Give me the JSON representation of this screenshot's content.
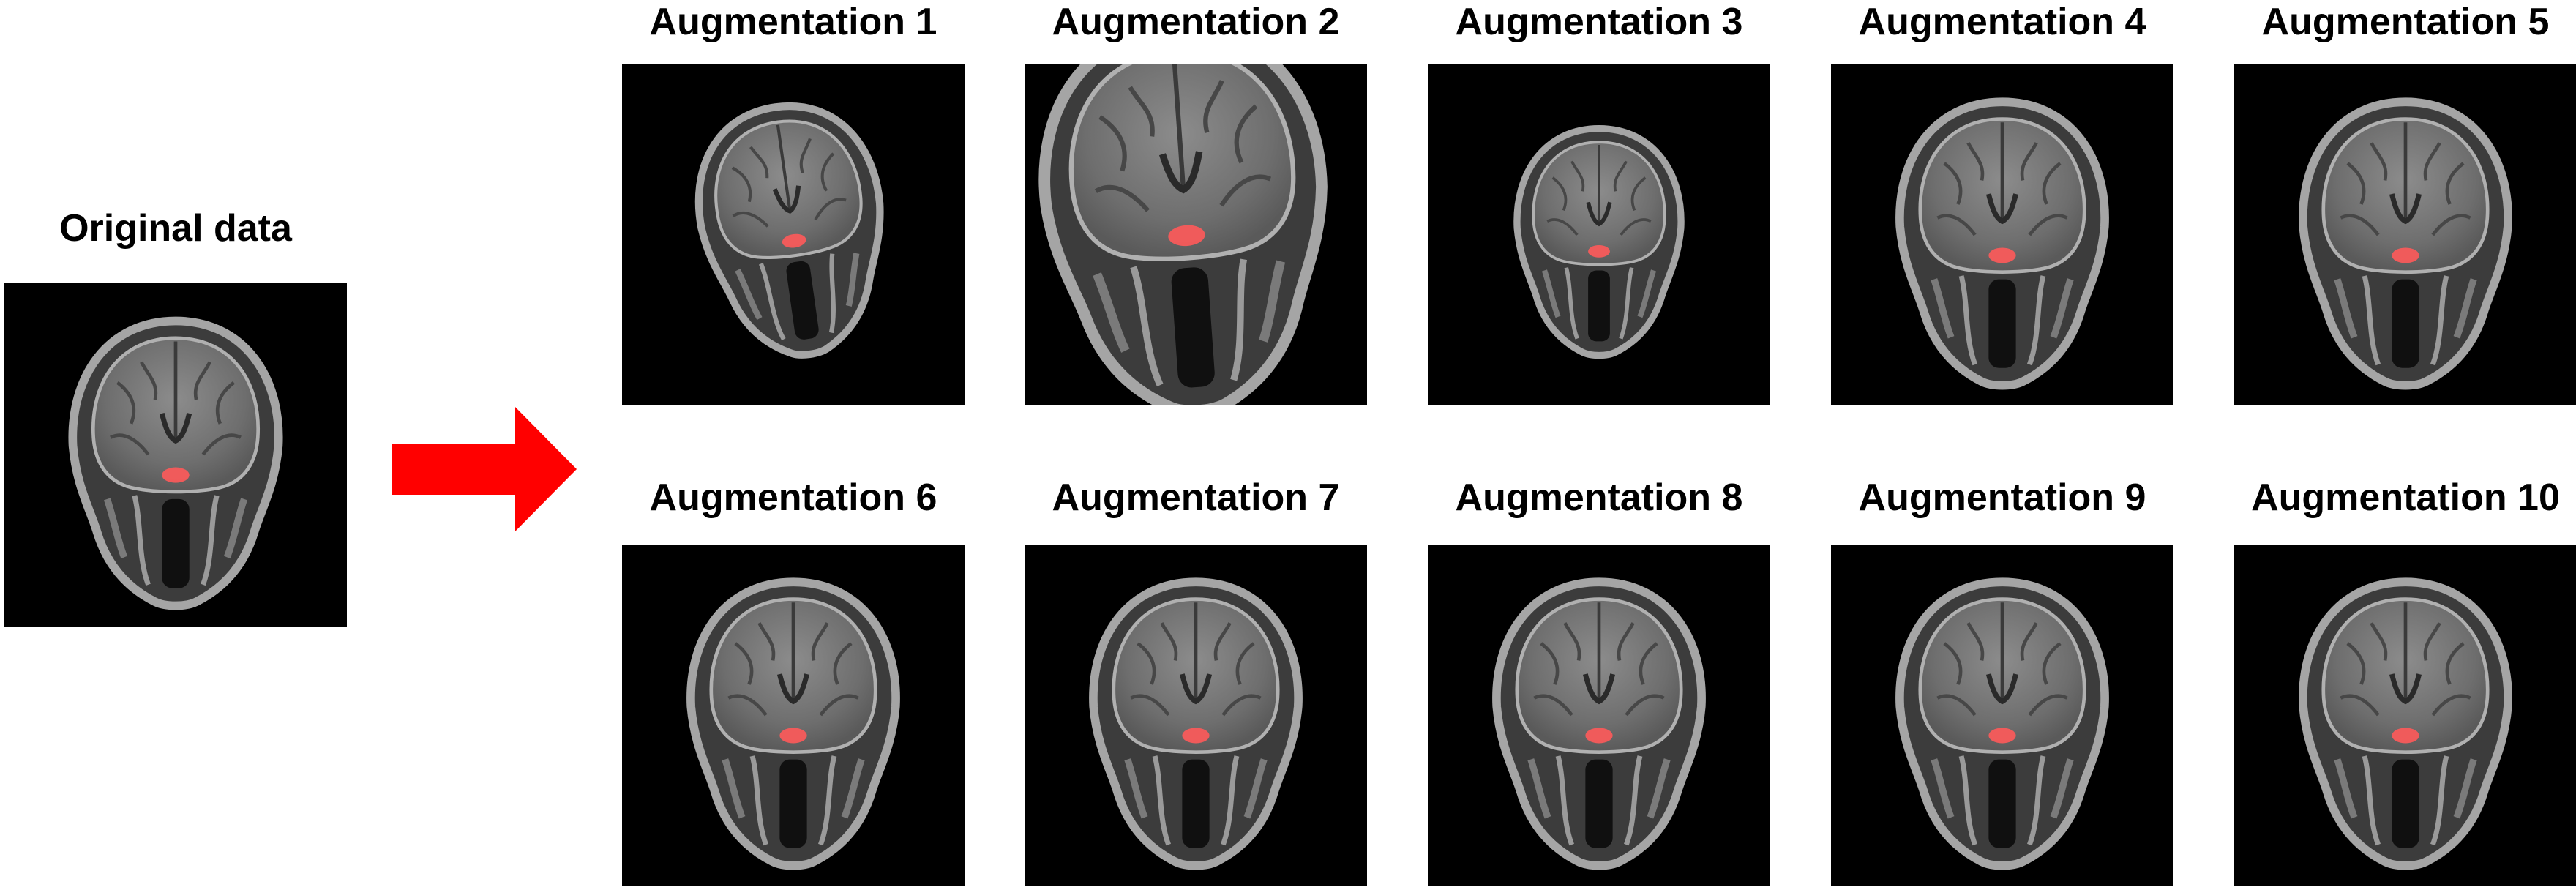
{
  "original": {
    "label": "Original data"
  },
  "augmentations": [
    {
      "label": "Augmentation 1",
      "variant": "rotated-small"
    },
    {
      "label": "Augmentation 2",
      "variant": "zoomed"
    },
    {
      "label": "Augmentation 3",
      "variant": "scaled-down"
    },
    {
      "label": "Augmentation 4",
      "variant": "standard"
    },
    {
      "label": "Augmentation 5",
      "variant": "standard"
    },
    {
      "label": "Augmentation 6",
      "variant": "standard"
    },
    {
      "label": "Augmentation 7",
      "variant": "standard"
    },
    {
      "label": "Augmentation 8",
      "variant": "standard"
    },
    {
      "label": "Augmentation 9",
      "variant": "standard"
    },
    {
      "label": "Augmentation 10",
      "variant": "standard"
    }
  ],
  "colors": {
    "arrow": "#ff0000",
    "segmentation": "#ff5a5a",
    "background": "#000000"
  }
}
